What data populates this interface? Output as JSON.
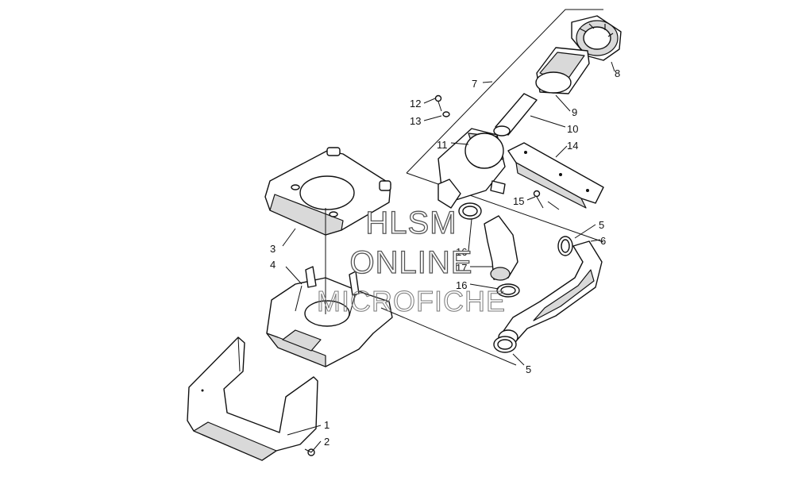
{
  "watermark": {
    "line1": "HLSM",
    "line2": "ONLINE",
    "line3": "MICROFICHE"
  },
  "callouts": [
    {
      "id": "c1",
      "label": "1"
    },
    {
      "id": "c2",
      "label": "2"
    },
    {
      "id": "c3",
      "label": "3"
    },
    {
      "id": "c4",
      "label": "4"
    },
    {
      "id": "c5a",
      "label": "5"
    },
    {
      "id": "c5b",
      "label": "5"
    },
    {
      "id": "c6",
      "label": "6"
    },
    {
      "id": "c7",
      "label": "7"
    },
    {
      "id": "c8",
      "label": "8"
    },
    {
      "id": "c9",
      "label": "9"
    },
    {
      "id": "c10",
      "label": "10"
    },
    {
      "id": "c11",
      "label": "11"
    },
    {
      "id": "c12",
      "label": "12"
    },
    {
      "id": "c13",
      "label": "13"
    },
    {
      "id": "c14",
      "label": "14"
    },
    {
      "id": "c15",
      "label": "15"
    },
    {
      "id": "c16a",
      "label": "16"
    },
    {
      "id": "c16b",
      "label": "16"
    },
    {
      "id": "c17",
      "label": "17"
    }
  ]
}
